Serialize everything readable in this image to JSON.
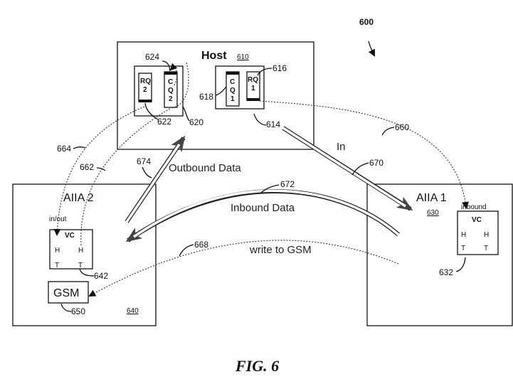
{
  "figure": {
    "number_ref": "600",
    "caption": "FIG. 6"
  },
  "host": {
    "title": "Host",
    "ref": "610",
    "rq2": {
      "label_line1": "RQ",
      "label_line2": "2",
      "ref": "622"
    },
    "cq2": {
      "label_line1": "C",
      "label_line2": "Q",
      "label_line3": "2",
      "ref": "624"
    },
    "group_left_ref": "620",
    "cq1": {
      "label_line1": "C",
      "label_line2": "Q",
      "label_line3": "1",
      "ref": "618"
    },
    "rq1": {
      "label_line1": "RQ",
      "label_line2": "1",
      "ref": "616"
    },
    "group_right_ref": "614"
  },
  "aiia2": {
    "title": "AIIA 2",
    "ref": "640",
    "vc_label": "in/out",
    "vc_title": "VC",
    "vc_h1": "H",
    "vc_h2": "H",
    "vc_t1": "T",
    "vc_t2": "T",
    "vc_ref": "642",
    "gsm_label": "GSM",
    "gsm_ref": "650"
  },
  "aiia1": {
    "title": "AIIA 1",
    "ref": "630",
    "vc_label": "inbound",
    "vc_title": "VC",
    "vc_h1": "H",
    "vc_h2": "H",
    "vc_t1": "T",
    "vc_t2": "T",
    "vc_ref": "632"
  },
  "flows": {
    "outbound": {
      "label": "Outbound Data",
      "ref": "674"
    },
    "inbound": {
      "label": "Inbound Data",
      "ref": "672"
    },
    "in": {
      "label": "In",
      "ref": "670"
    },
    "gsm_write": {
      "label": "write to GSM",
      "ref": "668"
    },
    "ref_664": "664",
    "ref_662": "662",
    "ref_660": "660"
  }
}
